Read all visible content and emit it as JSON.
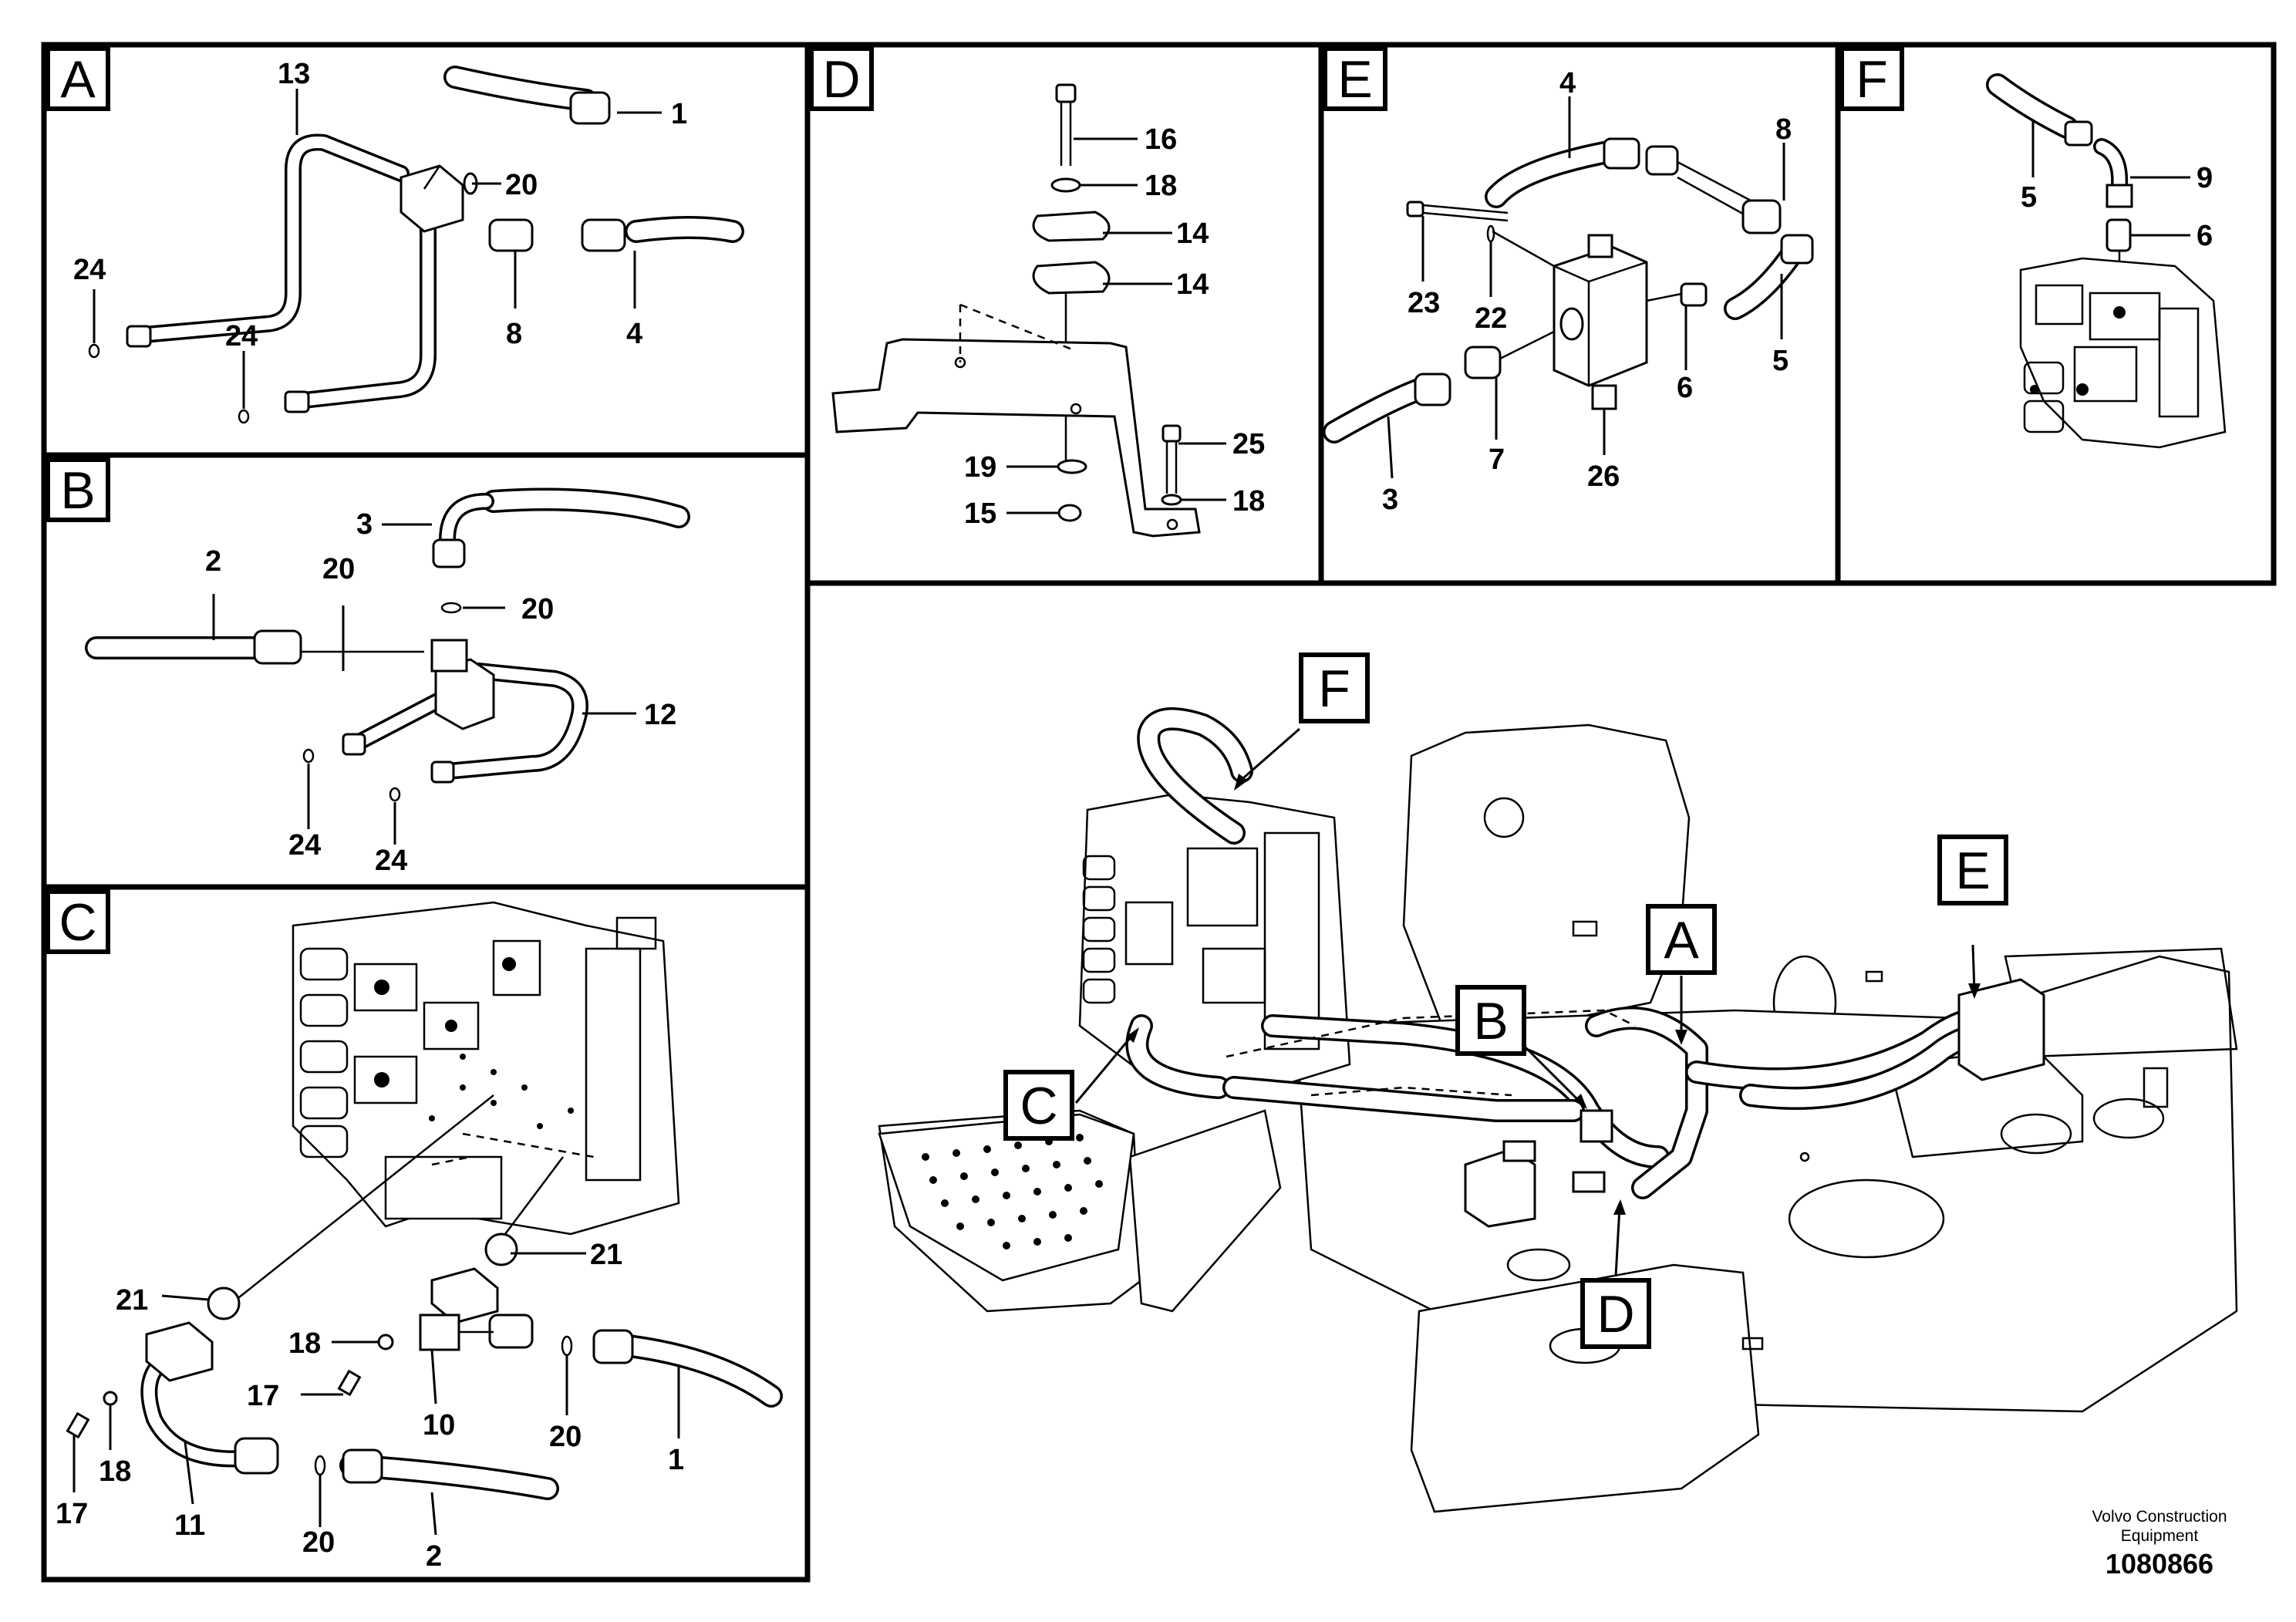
{
  "panels": {
    "A": {
      "label": "A",
      "callouts": [
        "13",
        "1",
        "20",
        "24",
        "24",
        "8",
        "4"
      ]
    },
    "B": {
      "label": "B",
      "callouts": [
        "3",
        "2",
        "20",
        "20",
        "12",
        "24",
        "24"
      ]
    },
    "C": {
      "label": "C",
      "callouts": [
        "21",
        "21",
        "18",
        "17",
        "10",
        "20",
        "1",
        "17",
        "18",
        "11",
        "20",
        "2"
      ]
    },
    "D": {
      "label": "D",
      "callouts": [
        "16",
        "18",
        "14",
        "14",
        "25",
        "19",
        "15",
        "18"
      ]
    },
    "E": {
      "label": "E",
      "callouts": [
        "4",
        "8",
        "23",
        "22",
        "6",
        "5",
        "7",
        "3",
        "26"
      ]
    },
    "F": {
      "label": "F",
      "callouts": [
        "9",
        "6",
        "5"
      ]
    }
  },
  "overview": {
    "callouts": [
      "F",
      "A",
      "E",
      "B",
      "C",
      "D"
    ]
  },
  "footer": {
    "company_line1": "Volvo Construction",
    "company_line2": "Equipment",
    "drawing_number": "1080866"
  }
}
